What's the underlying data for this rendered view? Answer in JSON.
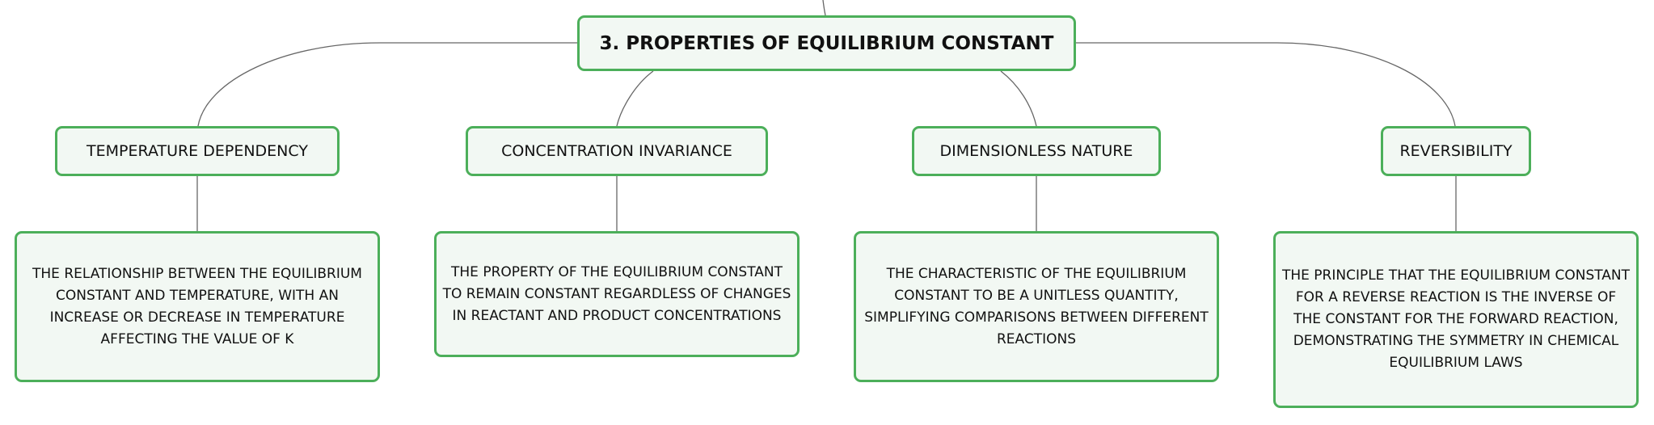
{
  "diagram": {
    "root": {
      "label": "3. PROPERTIES OF EQUILIBRIUM CONSTANT"
    },
    "properties": [
      {
        "label": "TEMPERATURE DEPENDENCY",
        "description": "THE RELATIONSHIP BETWEEN THE EQUILIBRIUM CONSTANT AND TEMPERATURE, WITH AN INCREASE OR DECREASE IN TEMPERATURE AFFECTING THE VALUE OF K"
      },
      {
        "label": "CONCENTRATION INVARIANCE",
        "description": "THE PROPERTY OF THE EQUILIBRIUM CONSTANT TO REMAIN CONSTANT REGARDLESS OF CHANGES IN REACTANT AND PRODUCT CONCENTRATIONS"
      },
      {
        "label": "DIMENSIONLESS NATURE",
        "description": "THE CHARACTERISTIC OF THE EQUILIBRIUM CONSTANT TO BE A UNITLESS QUANTITY, SIMPLIFYING COMPARISONS BETWEEN DIFFERENT REACTIONS"
      },
      {
        "label": "REVERSIBILITY",
        "description": "THE PRINCIPLE THAT THE EQUILIBRIUM CONSTANT FOR A REVERSE REACTION IS THE INVERSE OF THE CONSTANT FOR THE FORWARD REACTION, DEMONSTRATING THE SYMMETRY IN CHEMICAL EQUILIBRIUM LAWS"
      }
    ]
  },
  "colors": {
    "node_border": "#4caf5a",
    "node_fill": "#f2f8f3",
    "connector": "#666666",
    "text": "#111111"
  }
}
